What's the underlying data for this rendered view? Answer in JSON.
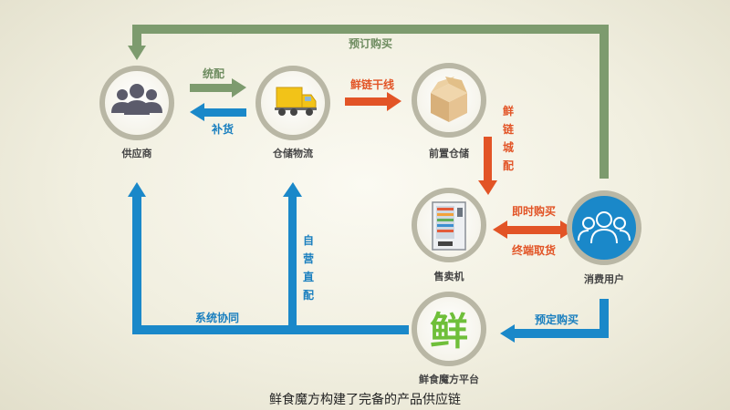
{
  "nodes": {
    "supplier": "供应商",
    "logistics": "仓储物流",
    "front_warehouse": "前置仓储",
    "vending": "售卖机",
    "consumer": "消费用户",
    "platform": "鲜食魔方平台",
    "platform_logo_char": "鲜"
  },
  "edges": {
    "top_loop": "预订购买",
    "distribute": "统配",
    "replenish": "补货",
    "trunk_line": "鲜链干线",
    "city_delivery": "鲜\n链\n城\n配",
    "instant_buy": "即时购买",
    "terminal_pickup": "终端取货",
    "reserve_buy": "预定购买",
    "self_delivery": "自\n营\n直\n配",
    "system_coop": "系统协同"
  },
  "caption": "鲜食魔方构建了完备的产品供应链",
  "colors": {
    "green": "#7d9b6e",
    "blue": "#1a88c9",
    "orange": "#e25426",
    "ring": "#b9b7a5",
    "icon": "#5b5b6b"
  }
}
